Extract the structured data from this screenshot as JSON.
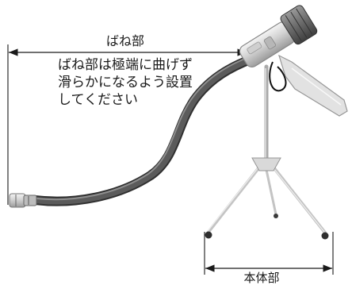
{
  "diagram": {
    "spring_label": "ばね部",
    "note": [
      "ばね部は極端に曲げず",
      "滑らかになるよう設置",
      "してください"
    ],
    "body_label": "本体部"
  },
  "colors": {
    "dimension_line": "#1a1a1a",
    "hose": "#5b5b5b",
    "frame": "#c4c4c4"
  }
}
